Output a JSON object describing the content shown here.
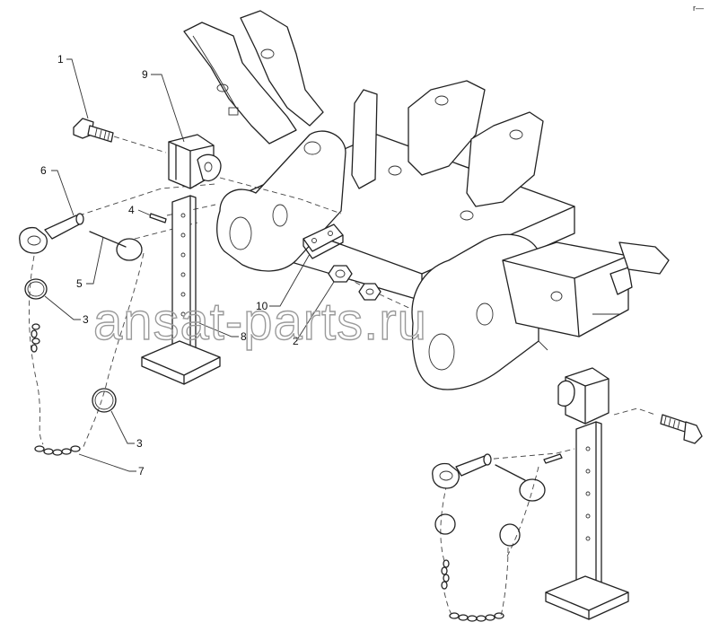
{
  "diagram": {
    "corner_mark": "r—",
    "watermark": "ansat-parts.ru",
    "callouts": [
      {
        "id": "c1",
        "label": "1"
      },
      {
        "id": "c9",
        "label": "9"
      },
      {
        "id": "c6",
        "label": "6"
      },
      {
        "id": "c4",
        "label": "4"
      },
      {
        "id": "c5",
        "label": "5"
      },
      {
        "id": "c3a",
        "label": "3"
      },
      {
        "id": "c10",
        "label": "10"
      },
      {
        "id": "c2",
        "label": "2"
      },
      {
        "id": "c8",
        "label": "8"
      },
      {
        "id": "c3b",
        "label": "3"
      },
      {
        "id": "c7",
        "label": "7"
      }
    ]
  }
}
